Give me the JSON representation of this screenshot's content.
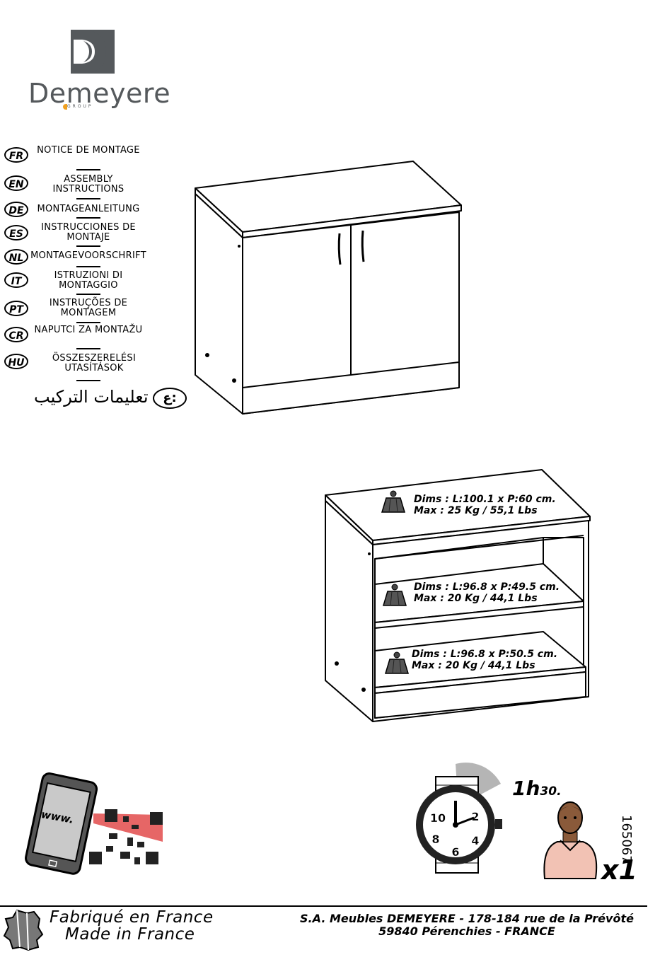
{
  "brand": {
    "name": "Demeyere",
    "tagline": "GROUP"
  },
  "languages": [
    {
      "code": "FR",
      "title": "NOTICE DE MONTAGE"
    },
    {
      "code": "EN",
      "title": "ASSEMBLY INSTRUCTIONS"
    },
    {
      "code": "DE",
      "title": "MONTAGEANLEITUNG"
    },
    {
      "code": "ES",
      "title": "INSTRUCCIONES DE MONTAJE"
    },
    {
      "code": "NL",
      "title": "MONTAGEVOORSCHRIFT"
    },
    {
      "code": "IT",
      "title": "ISTRUZIONI DI MONTAGGIO"
    },
    {
      "code": "PT",
      "title": "INSTRUÇÕES DE MONTAGEM"
    },
    {
      "code": "CR",
      "title": "NAPUTCI ZA MONTAŽU"
    },
    {
      "code": "HU",
      "title": "ÖSSZESZERELÉSI UTASÍTÁSOK"
    }
  ],
  "arabic": {
    "badge": "ع:",
    "title": "تعليمات التركيب"
  },
  "shelf_loads": [
    {
      "dims": "Dims : L:100.1 x P:60 cm.",
      "max": "Max : 25 Kg / 55,1 Lbs"
    },
    {
      "dims": "Dims : L:96.8 x P:49.5 cm.",
      "max": "Max : 20 Kg / 44,1 Lbs"
    },
    {
      "dims": "Dims : L:96.8 x P:50.5 cm.",
      "max": "Max : 20 Kg / 44,1 Lbs"
    }
  ],
  "qr_hint": "www.",
  "assembly_time": {
    "hours": "1h",
    "minutes": "30."
  },
  "persons": "x1",
  "reference": "165067",
  "footer": {
    "made_fr": "Fabriqué en France",
    "made_en": "Made in France",
    "company_line1": "S.A. Meubles DEMEYERE - 178-184 rue de la Prévôté",
    "company_line2": "59840 Pérenchies - FRANCE"
  },
  "colors": {
    "brand_gray": "#55595c",
    "brand_accent": "#f0a020"
  }
}
